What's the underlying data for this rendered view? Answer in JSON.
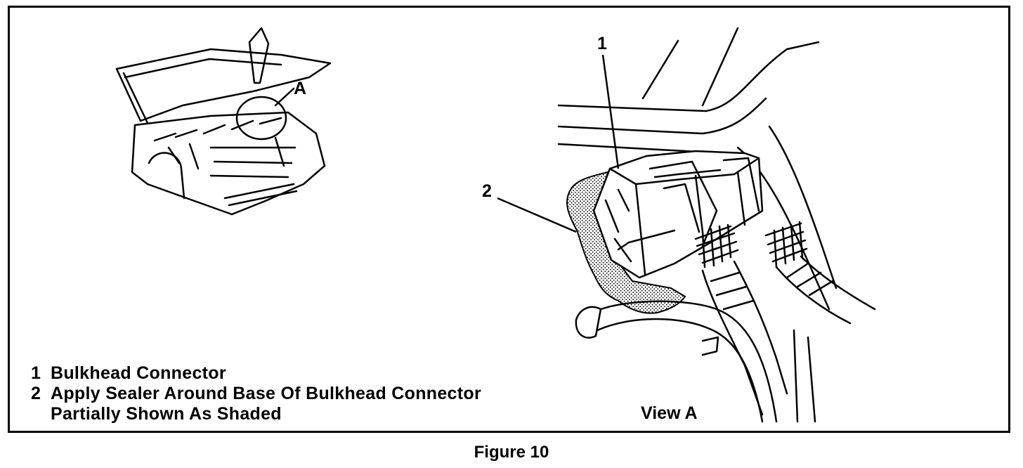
{
  "figure": {
    "caption": "Figure 10",
    "overview_callout": "A",
    "view_label": "View A",
    "callouts": [
      "1",
      "2"
    ],
    "legend": [
      {
        "num": "1",
        "text": "Bulkhead Connector"
      },
      {
        "num": "2",
        "text": "Apply Sealer Around Base Of Bulkhead Connector"
      },
      {
        "num": "",
        "text": "Partially Shown As Shaded"
      }
    ]
  }
}
